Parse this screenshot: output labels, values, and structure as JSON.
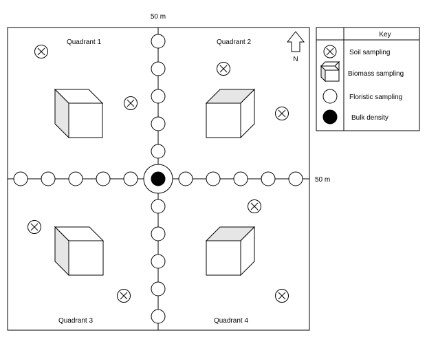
{
  "scale": {
    "top_label": "50 m",
    "right_label": "50 m"
  },
  "quadrants": [
    {
      "label": "Quadrant 1"
    },
    {
      "label": "Quadrant 2"
    },
    {
      "label": "Quadrant 3"
    },
    {
      "label": "Quadrant 4"
    }
  ],
  "north": {
    "label": "N",
    "icon": "north-arrow-icon"
  },
  "key": {
    "header": "Key",
    "items": [
      {
        "icon": "soil-sampling-icon",
        "label": "Soil sampling"
      },
      {
        "icon": "biomass-sampling-icon",
        "label": "Biomass sampling"
      },
      {
        "icon": "floristic-sampling-icon",
        "label": "Floristic sampling"
      },
      {
        "icon": "bulk-density-icon",
        "label": "Bulk density"
      }
    ]
  },
  "colors": {
    "stroke": "#000000",
    "cube_side": "#e6e6e6",
    "fill": "#ffffff",
    "bulk": "#000000"
  }
}
